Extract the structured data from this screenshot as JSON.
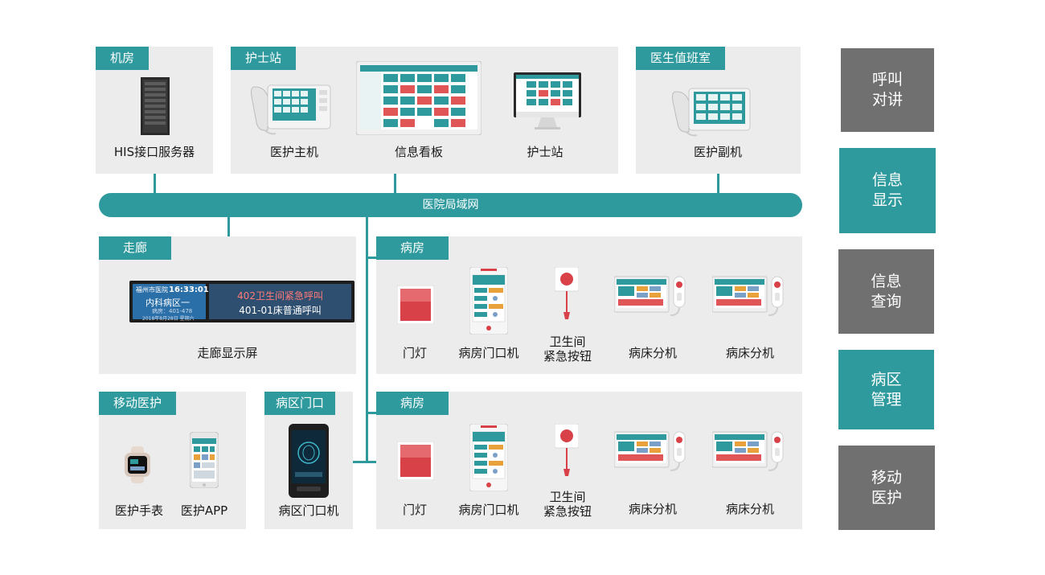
{
  "network": {
    "bus_label": "医院局域网"
  },
  "panels": {
    "server_room": {
      "tag": "机房",
      "device": "HIS接口服务器"
    },
    "nurse_station": {
      "tag": "护士站",
      "devices": [
        "医护主机",
        "信息看板",
        "护士站"
      ]
    },
    "doctor_room": {
      "tag": "医生值班室",
      "device": "医护副机"
    },
    "corridor": {
      "tag": "走廊",
      "device": "走廊显示屏",
      "screen": {
        "hospital": "福州市医院",
        "time": "16:33:01",
        "ward": "内科病区一",
        "beds": "病房：401-478",
        "date": "2018年8月28日 星期六",
        "call_line_1": "402卫生间紧急呼叫",
        "call_line_2": "401-01床普通呼叫"
      }
    },
    "ward_1": {
      "tag": "病房",
      "devices": [
        "门灯",
        "病房门口机",
        "卫生间\n紧急按钮",
        "病床分机",
        "病床分机"
      ]
    },
    "ward_2": {
      "tag": "病房",
      "devices": [
        "门灯",
        "病房门口机",
        "卫生间\n紧急按钮",
        "病床分机",
        "病床分机"
      ]
    },
    "mobile": {
      "tag": "移动医护",
      "devices": [
        "医护手表",
        "医护APP"
      ]
    },
    "ward_gate": {
      "tag": "病区门口",
      "device": "病区门口机"
    }
  },
  "legend": [
    {
      "text": "呼叫对讲",
      "color": "#707070"
    },
    {
      "text": "信息显示",
      "color": "#2f9a9e"
    },
    {
      "text": "信息查询",
      "color": "#707070"
    },
    {
      "text": "病区管理",
      "color": "#2f9a9e"
    },
    {
      "text": "移动医护",
      "color": "#707070"
    }
  ],
  "colors": {
    "accent": "#2f9a9e",
    "panel": "#ececec",
    "legend_gray": "#707070"
  }
}
